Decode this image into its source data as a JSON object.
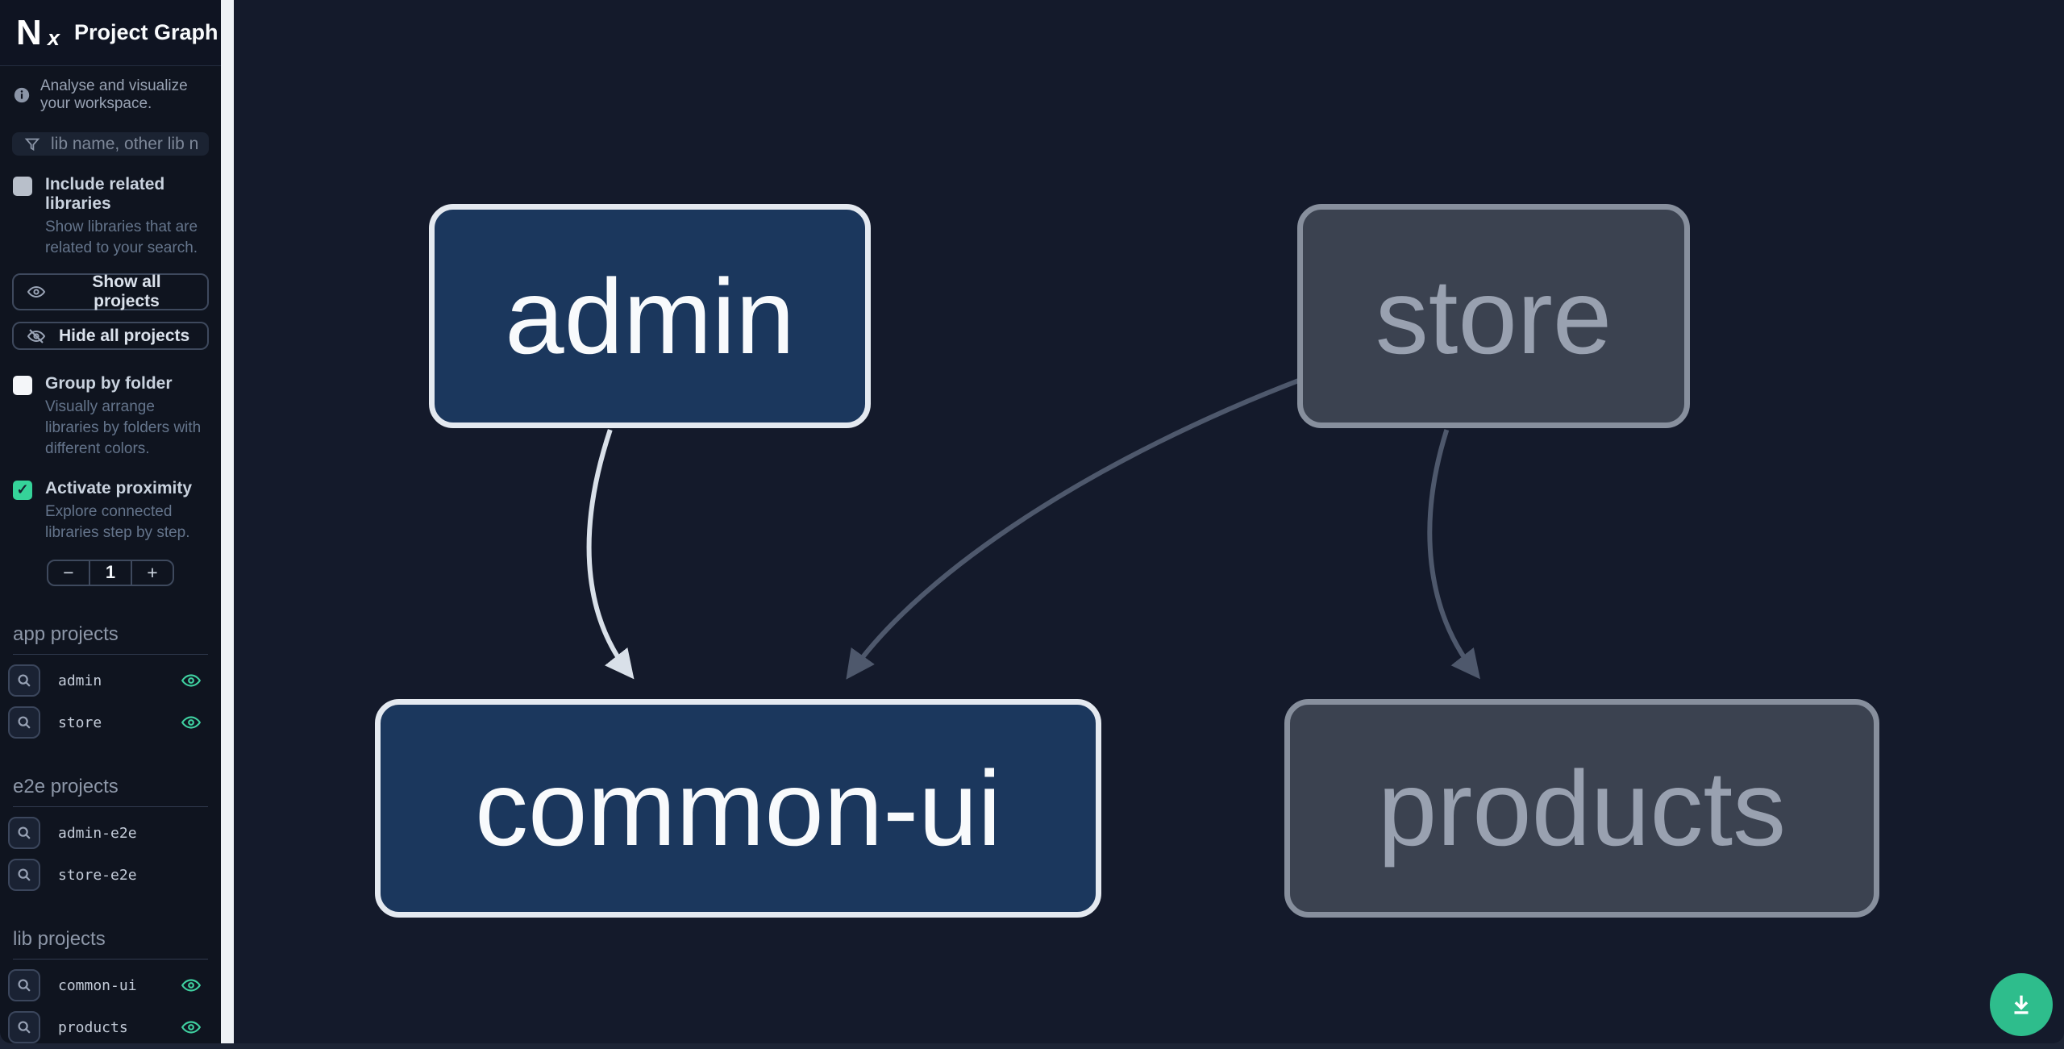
{
  "app": {
    "name": "Nx",
    "title": "Project Graph",
    "tagline": "Analyse and visualize your workspace."
  },
  "filter": {
    "placeholder": "lib name, other lib name",
    "value": ""
  },
  "controls": {
    "include_related": {
      "label": "Include related libraries",
      "description": "Show libraries that are related to your search.",
      "checked": false
    },
    "show_all": "Show all projects",
    "hide_all": "Hide all projects",
    "group_by_folder": {
      "label": "Group by folder",
      "description": "Visually arrange libraries by folders with different colors.",
      "checked": false
    },
    "activate_proximity": {
      "label": "Activate proximity",
      "description": "Explore connected libraries step by step.",
      "checked": true,
      "check_glyph": "✓"
    },
    "proximity_stepper": {
      "decrement": "−",
      "value": "1",
      "increment": "+"
    }
  },
  "sections": [
    {
      "title": "app projects",
      "items": [
        {
          "name": "admin",
          "visible": true
        },
        {
          "name": "store",
          "visible": true
        }
      ]
    },
    {
      "title": "e2e projects",
      "items": [
        {
          "name": "admin-e2e",
          "visible": false
        },
        {
          "name": "store-e2e",
          "visible": false
        }
      ]
    },
    {
      "title": "lib projects",
      "items": [
        {
          "name": "common-ui",
          "visible": true
        },
        {
          "name": "products",
          "visible": true
        }
      ]
    }
  ],
  "graph": {
    "nodes": [
      {
        "id": "admin",
        "label": "admin",
        "state": "highlighted"
      },
      {
        "id": "store",
        "label": "store",
        "state": "dimmed"
      },
      {
        "id": "common-ui",
        "label": "common-ui",
        "state": "highlighted"
      },
      {
        "id": "products",
        "label": "products",
        "state": "dimmed"
      }
    ],
    "edges": [
      {
        "source": "admin",
        "target": "common-ui",
        "emphasis": "highlighted"
      },
      {
        "source": "store",
        "target": "common-ui",
        "emphasis": "dimmed"
      },
      {
        "source": "store",
        "target": "products",
        "emphasis": "dimmed"
      }
    ]
  },
  "colors": {
    "accent_green": "#2ebd8c",
    "eye_green": "#3fd0a0",
    "monitor_teal": "#2fd4b2",
    "checkbox_checked": "#35d399",
    "node_highlight_fill": "#1b375d",
    "node_highlight_border": "#e4e9f0",
    "node_dim_fill": "#3b4250",
    "node_dim_border": "#878f9d",
    "edge_light": "#d9e0e9",
    "edge_dim": "#4e586c",
    "sidebar_bg": "#0f141f",
    "canvas_bg": "#141a2b"
  }
}
